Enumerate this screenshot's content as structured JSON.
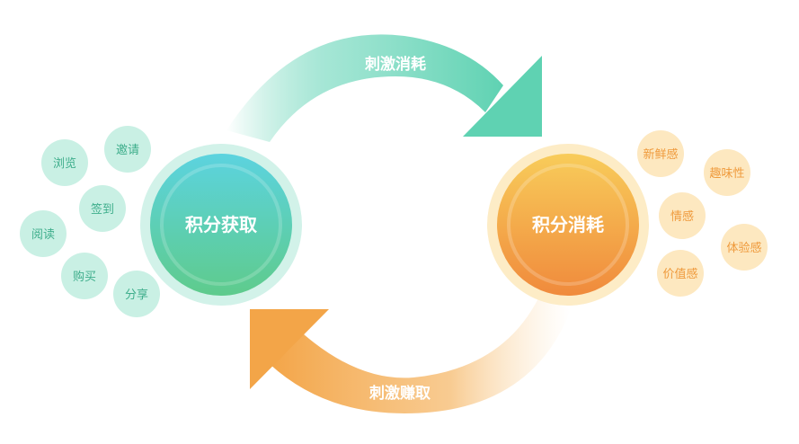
{
  "arrows": {
    "top_label": "刺激消耗",
    "bottom_label": "刺激赚取"
  },
  "left_hub": {
    "title": "积分获取",
    "items": [
      "浏览",
      "邀请",
      "签到",
      "阅读",
      "购买",
      "分享"
    ]
  },
  "right_hub": {
    "title": "积分消耗",
    "items": [
      "新鲜感",
      "趣味性",
      "情感",
      "体验感",
      "价值感"
    ]
  },
  "colors": {
    "green": "#5fd2b2",
    "green_bubble": "#c9f0e4",
    "green_text": "#3fae8c",
    "orange": "#f3a548",
    "orange_bubble": "#fde8c0",
    "orange_text": "#ef9a3c"
  }
}
